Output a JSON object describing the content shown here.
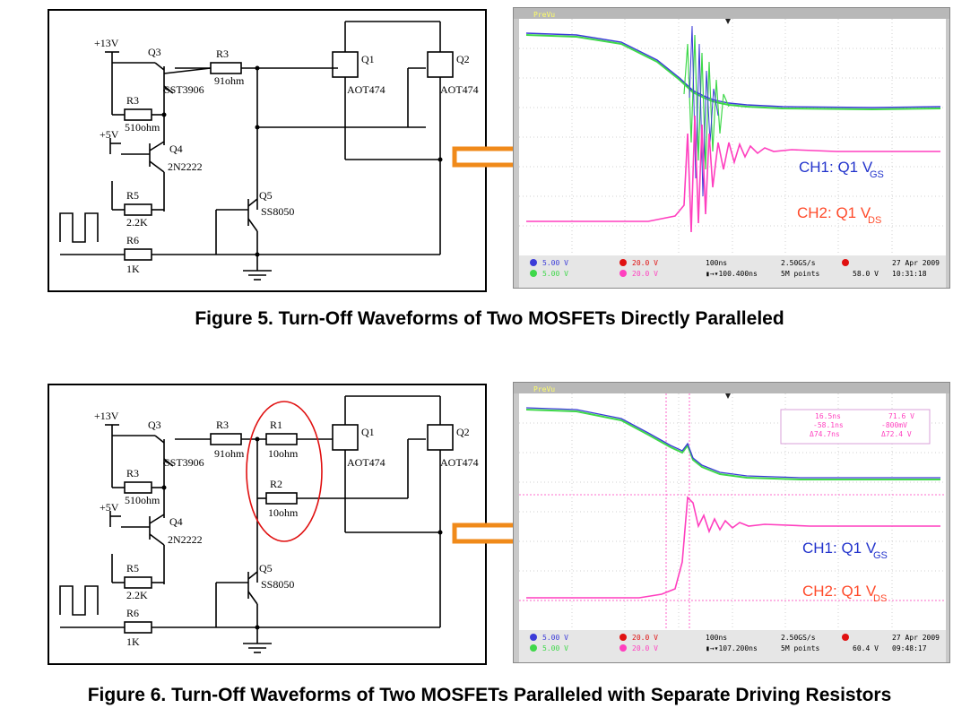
{
  "figures": [
    {
      "caption": "Figure 5. Turn-Off Waveforms of Two MOSFETs Directly Paralleled",
      "circuit": {
        "supply_high": "+13V",
        "supply_low": "+5V",
        "q3": "Q3",
        "q3_part": "SST3906",
        "q4": "Q4",
        "q4_part": "2N2222",
        "q5": "Q5",
        "q5_part": "SS8050",
        "q1": "Q1",
        "q1_part": "AOT474",
        "q2": "Q2",
        "q2_part": "AOT474",
        "r3a": "R3",
        "r3a_val": "91ohm",
        "r3b": "R3",
        "r3b_val": "510ohm",
        "r5": "R5",
        "r5_val": "2.2K",
        "r6": "R6",
        "r6_val": "1K"
      },
      "scope": {
        "title": "PreVu",
        "ch1_label": "CH1: Q1 V",
        "ch1_sub": "GS",
        "ch2_label": "CH2: Q1 V",
        "ch2_sub": "DS",
        "ch1_scale": "5.00 V",
        "ch2_scale": "20.0 V",
        "ch3_scale": "5.00 V",
        "ch4_scale": "20.0 V",
        "timebase": "100ns",
        "delay": "▮→▾100.400ns",
        "rate": "2.50GS/s",
        "points": "5M points",
        "trigger_level": "58.0 V",
        "date": "27 Apr 2009",
        "time": "10:31:18"
      }
    },
    {
      "caption": "Figure 6. Turn-Off Waveforms of Two MOSFETs Paralleled with Separate Driving Resistors",
      "circuit": {
        "supply_high": "+13V",
        "supply_low": "+5V",
        "q3": "Q3",
        "q3_part": "SST3906",
        "q4": "Q4",
        "q4_part": "2N2222",
        "q5": "Q5",
        "q5_part": "SS8050",
        "q1": "Q1",
        "q1_part": "AOT474",
        "q2": "Q2",
        "q2_part": "AOT474",
        "r3a": "R3",
        "r3a_val": "91ohm",
        "r3b": "R3",
        "r3b_val": "510ohm",
        "r5": "R5",
        "r5_val": "2.2K",
        "r6": "R6",
        "r6_val": "1K",
        "r1": "R1",
        "r1_val": "10ohm",
        "r2": "R2",
        "r2_val": "10ohm"
      },
      "scope": {
        "title": "PreVu",
        "ch1_label": "CH1: Q1 V",
        "ch1_sub": "GS",
        "ch2_label": "CH2: Q1 V",
        "ch2_sub": "DS",
        "ch1_scale": "5.00 V",
        "ch2_scale": "20.0 V",
        "ch3_scale": "5.00 V",
        "ch4_scale": "20.0 V",
        "timebase": "100ns",
        "delay": "▮→▾107.200ns",
        "rate": "2.50GS/s",
        "points": "5M points",
        "trigger_level": "60.4 V",
        "date": "27 Apr 2009",
        "time": "09:48:17",
        "cursor_t1": "16.5ns",
        "cursor_t2": "-58.1ns",
        "cursor_dt": "Δ74.7ns",
        "cursor_v1": "71.6 V",
        "cursor_v2": "-800mV",
        "cursor_dv": "Δ72.4 V"
      }
    }
  ],
  "colors": {
    "ch1": "#3b3bd8",
    "ch2": "#ff3fbf",
    "ch3": "#3fd84a",
    "arrow": "#f08a1a",
    "scope_bg": "#ffffff",
    "circle": "#e01010"
  }
}
